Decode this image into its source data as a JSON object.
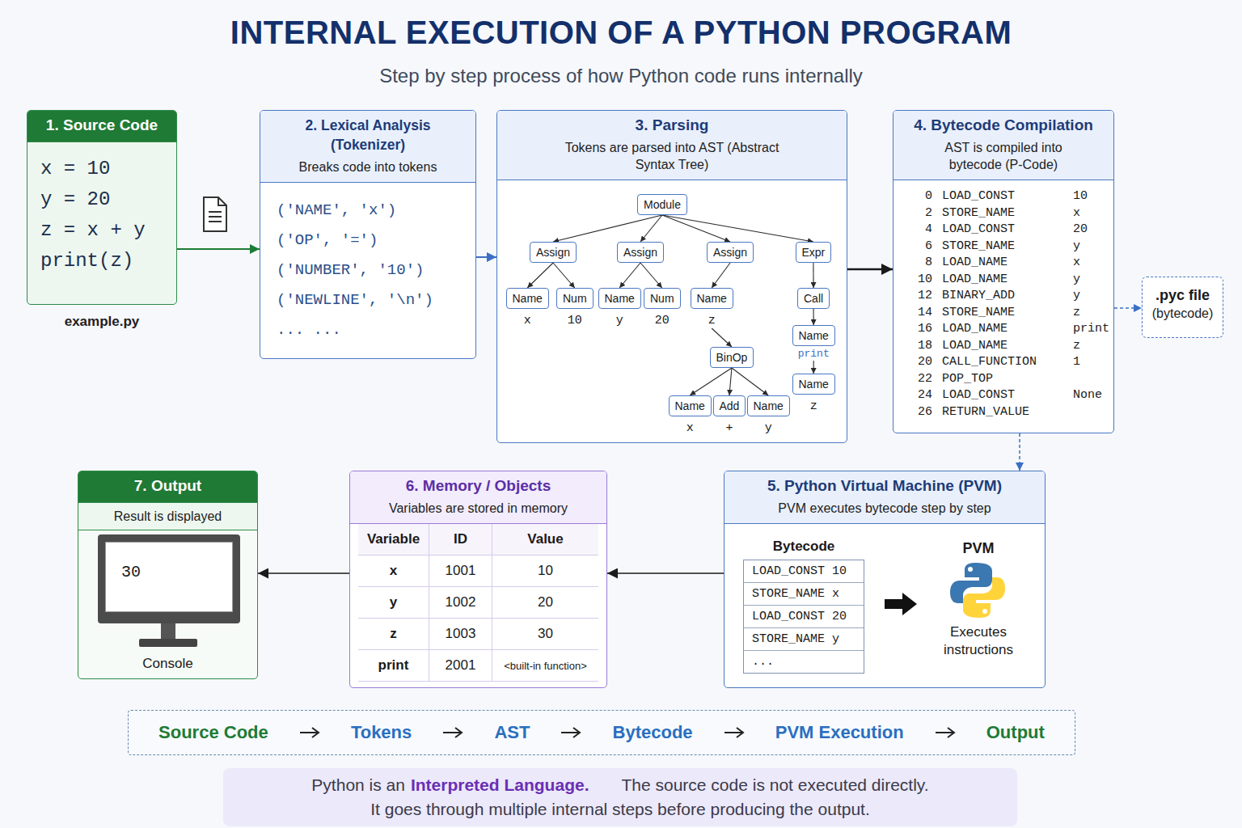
{
  "diagram": {
    "title": "INTERNAL EXECUTION OF A PYTHON PROGRAM",
    "caption": "Step by step process of how Python code runs internally",
    "nodes": [
      {
        "text": [
          "1. Source Code",
          "x = 10",
          "y = 20",
          "z = x + y",
          "print(z)",
          "example.py"
        ]
      },
      {
        "text": [
          "2. Lexical Analysis (Tokenizer)",
          "Breaks code into tokens",
          "('NAME', 'x')",
          "('OP', '=')",
          "('NUMBER', '10')",
          "('NEWLINE', '\\n')",
          "... ..."
        ]
      },
      {
        "text": [
          "3. Parsing",
          "Tokens are parsed into AST (Abstract Syntax Tree)"
        ]
      },
      {
        "text": [
          "Module"
        ],
        "in": 2
      },
      {
        "text": [
          "Assign"
        ],
        "in": 2
      },
      {
        "text": [
          "Name",
          "x"
        ],
        "in": 2
      },
      {
        "text": [
          "Num",
          "10"
        ],
        "in": 2
      },
      {
        "text": [
          "Assign"
        ],
        "in": 2
      },
      {
        "text": [
          "Name",
          "y"
        ],
        "in": 2
      },
      {
        "text": [
          "Num",
          "20"
        ],
        "in": 2
      },
      {
        "text": [
          "Assign"
        ],
        "in": 2
      },
      {
        "text": [
          "Name",
          "z"
        ],
        "in": 2
      },
      {
        "text": [
          "BinOp"
        ],
        "in": 2
      },
      {
        "text": [
          "Name",
          "x"
        ],
        "in": 2
      },
      {
        "text": [
          "Add",
          "+"
        ],
        "in": 2
      },
      {
        "text": [
          "Name",
          "y"
        ],
        "in": 2
      },
      {
        "text": [
          "Expr"
        ],
        "in": 2
      },
      {
        "text": [
          "Call"
        ],
        "in": 2
      },
      {
        "text": [
          "Name",
          "print"
        ],
        "in": 2
      },
      {
        "text": [
          "Name",
          "z"
        ],
        "in": 2
      },
      {
        "text": [
          "4. Bytecode Compilation",
          "AST is compiled into bytecode (P-Code)",
          "0",
          "LOAD_CONST",
          "10",
          "2",
          "STORE_NAME",
          "x",
          "4",
          "LOAD_CONST",
          "20",
          "6",
          "STORE_NAME",
          "y",
          "8",
          "LOAD_NAME",
          "x",
          "10",
          "LOAD_NAME",
          "y",
          "12",
          "BINARY_ADD",
          "y",
          "14",
          "STORE_NAME",
          "z",
          "16",
          "LOAD_NAME",
          "print",
          "18",
          "LOAD_NAME",
          "z",
          "20",
          "CALL_FUNCTION",
          "1",
          "22",
          "POP_TOP",
          "24",
          "LOAD_CONST",
          "None",
          "26",
          "RETURN_VALUE"
        ]
      },
      {
        "text": [
          ".pyc file",
          "(bytecode)"
        ]
      },
      {
        "text": [
          "5. Python Virtual Machine (PVM)",
          "PVM executes bytecode step by step",
          "PVM",
          "Executes instructions"
        ]
      },
      {
        "text": [
          "Bytecode",
          "LOAD_CONST 10",
          "STORE_NAME x",
          "LOAD_CONST 20",
          "STORE_NAME y",
          "..."
        ],
        "in": 22
      },
      {
        "text": [
          "6. Memory / Objects",
          "Variables are stored in memory",
          "Variable",
          "ID",
          "Value",
          "x",
          "1001",
          "10",
          "y",
          "1002",
          "20",
          "z",
          "1003",
          "30",
          "print",
          "2001",
          "<built-in function>"
        ]
      },
      {
        "text": [
          "7. Output",
          "Result is displayed",
          "Console"
        ]
      },
      {
        "text": [
          "30"
        ],
        "in": 25
      },
      {
        "text": [
          "Source Code",
          "Tokens",
          "AST",
          "Bytecode",
          "PVM Execution",
          "Output"
        ]
      },
      {
        "text": [
          "Python is an",
          "Interpreted Language.",
          "The source code is not executed directly.",
          "It goes through multiple internal steps before producing the output."
        ]
      }
    ],
    "edges": [
      {
        "from": 0,
        "to": 1,
        "arrow": "to"
      },
      {
        "from": 1,
        "to": 2,
        "arrow": "to"
      },
      {
        "from": 2,
        "to": 20,
        "arrow": "to"
      },
      {
        "from": 20,
        "to": 21,
        "arrow": "to"
      },
      {
        "from": 20,
        "to": 22,
        "arrow": "to"
      },
      {
        "from": 22,
        "to": 24,
        "arrow": "to"
      },
      {
        "from": 24,
        "to": 25,
        "arrow": "to"
      },
      {
        "from": 3,
        "to": 4,
        "arrow": "to"
      },
      {
        "from": 3,
        "to": 7,
        "arrow": "to"
      },
      {
        "from": 3,
        "to": 10,
        "arrow": "to"
      },
      {
        "from": 3,
        "to": 16,
        "arrow": "to"
      },
      {
        "from": 4,
        "to": 5,
        "arrow": "to"
      },
      {
        "from": 4,
        "to": 6,
        "arrow": "to"
      },
      {
        "from": 7,
        "to": 8,
        "arrow": "to"
      },
      {
        "from": 7,
        "to": 9,
        "arrow": "to"
      },
      {
        "from": 10,
        "to": 11,
        "arrow": "to"
      },
      {
        "from": 11,
        "to": 12,
        "arrow": "to"
      },
      {
        "from": 12,
        "to": 13,
        "arrow": "to"
      },
      {
        "from": 12,
        "to": 14,
        "arrow": "to"
      },
      {
        "from": 12,
        "to": 15,
        "arrow": "to"
      },
      {
        "from": 16,
        "to": 17,
        "arrow": "to"
      },
      {
        "from": 17,
        "to": 18,
        "arrow": "to"
      },
      {
        "from": 18,
        "to": 19,
        "arrow": "to"
      }
    ]
  }
}
